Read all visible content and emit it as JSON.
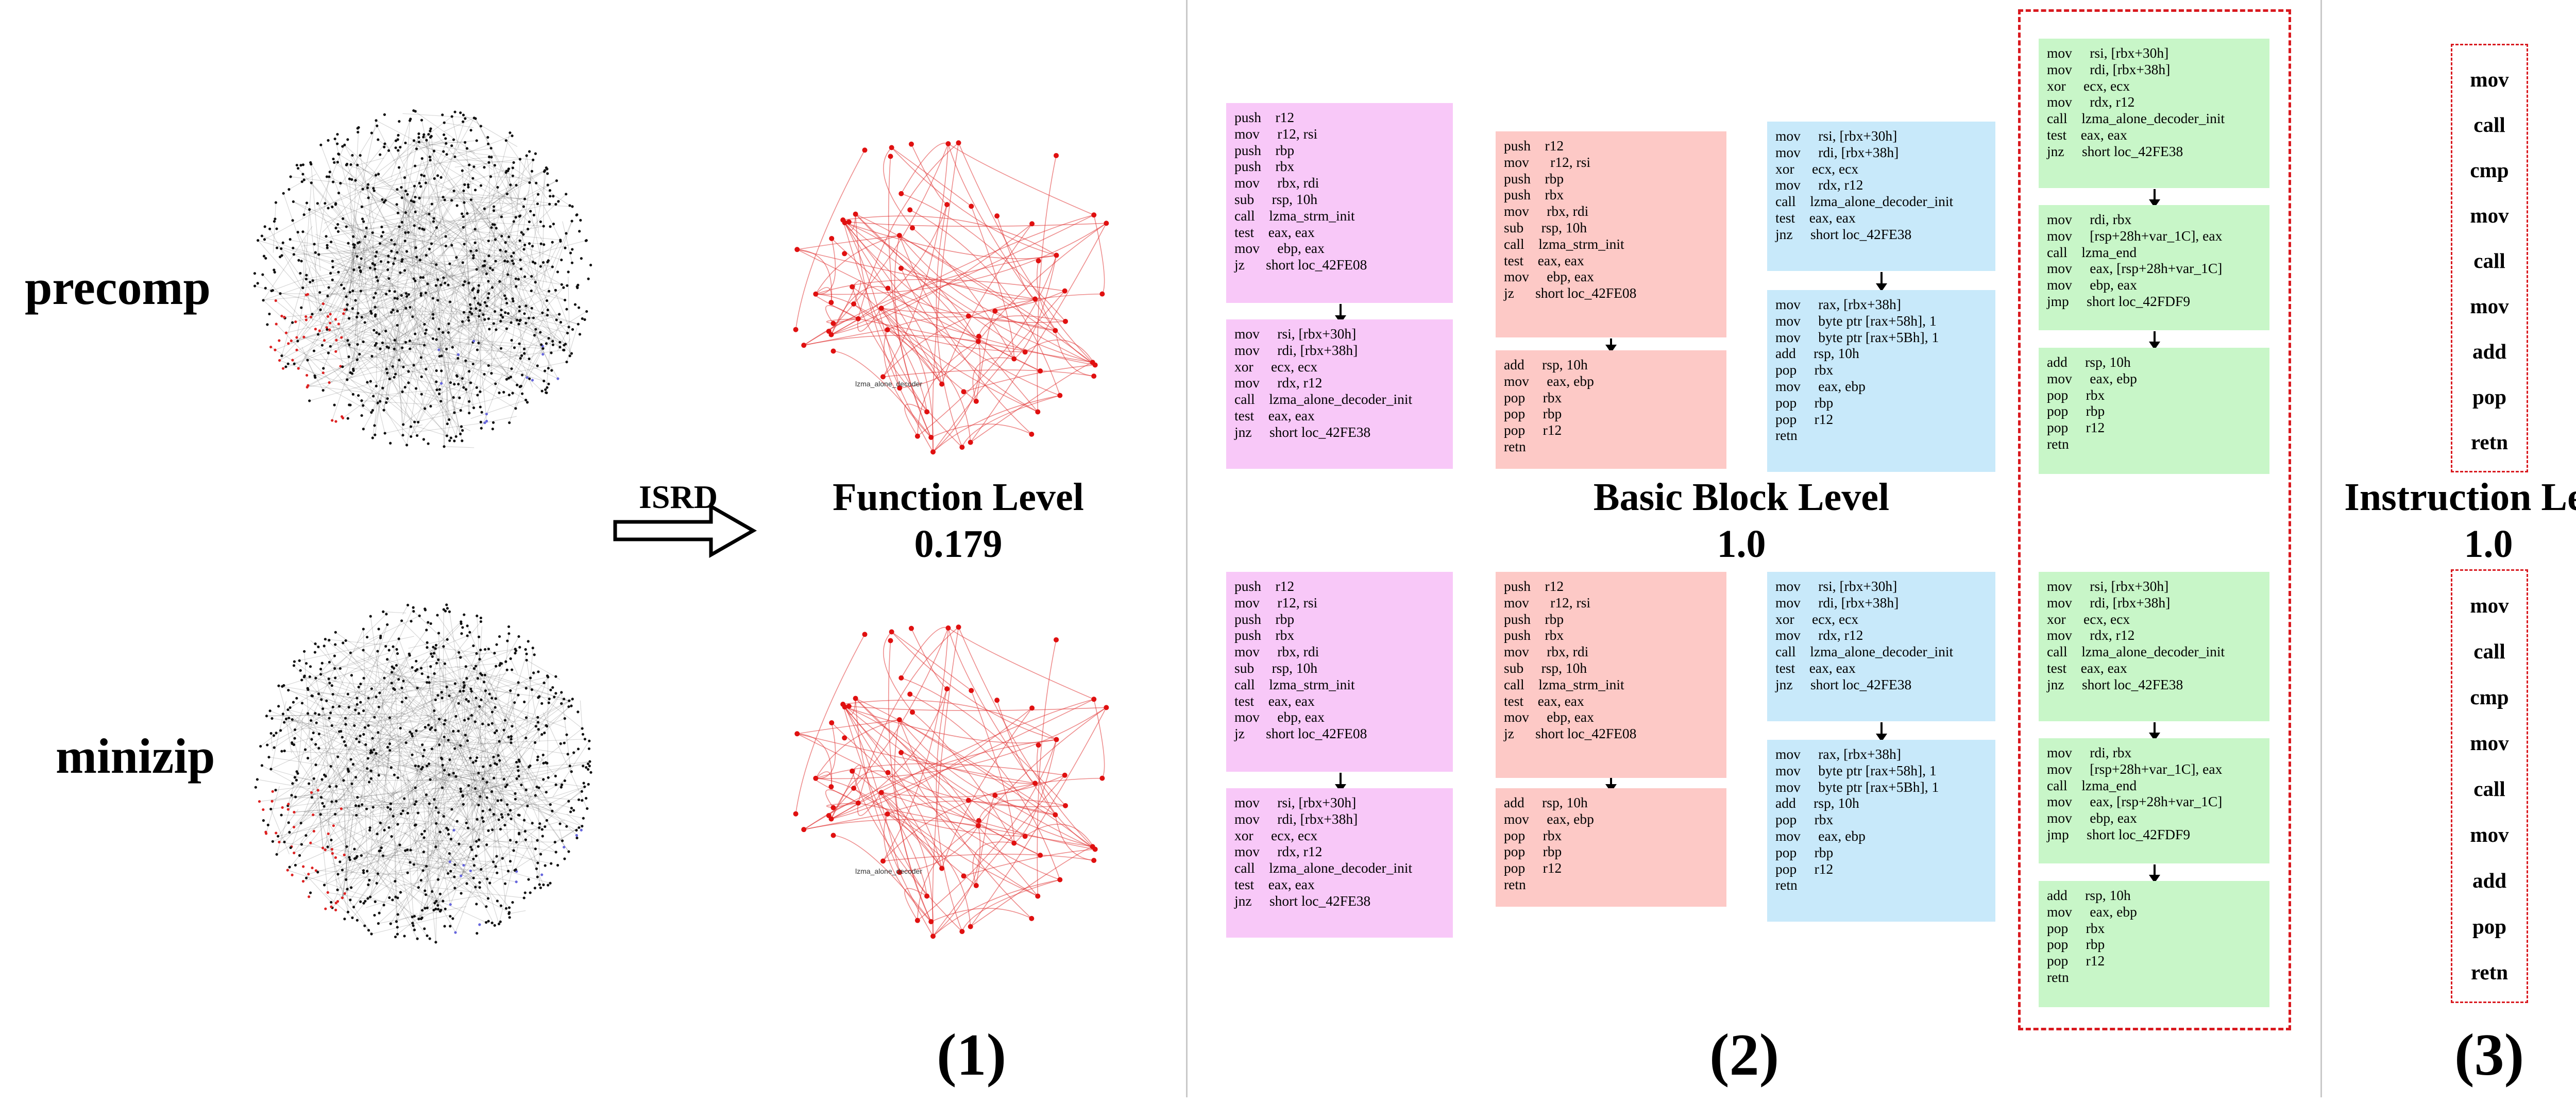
{
  "labels": {
    "precomp": "precomp",
    "minizip": "minizip",
    "isrd": "ISRD",
    "function_level": "Function Level",
    "function_score": "0.179",
    "basic_block_level": "Basic Block Level",
    "basic_block_score": "1.0",
    "instruction_level": "Instruction Level",
    "instruction_score": "1.0",
    "panel1": "(1)",
    "panel2": "(2)",
    "panel3": "(3)",
    "graph_node_label": "lzma_alone_decoder"
  },
  "colors": {
    "pink_block": "#f8c8f8",
    "salmon_block": "#fdc9c6",
    "blue_block": "#c8e9fa",
    "green_block": "#c8f6c8",
    "dashed_highlight": "#d9191f",
    "graph_edge": "#e03030"
  },
  "code_blocks": {
    "pink_top": [
      "push    r12",
      "mov     r12, rsi",
      "push    rbp",
      "push    rbx",
      "mov     rbx, rdi",
      "sub     rsp, 10h",
      "call    lzma_strm_init",
      "test    eax, eax",
      "mov     ebp, eax",
      "jz      short loc_42FE08"
    ],
    "pink_bottom": [
      "mov     rsi, [rbx+30h]",
      "mov     rdi, [rbx+38h]",
      "xor     ecx, ecx",
      "mov     rdx, r12",
      "call    lzma_alone_decoder_init",
      "test    eax, eax",
      "jnz     short loc_42FE38"
    ],
    "salmon_top": [
      "push    r12",
      "mov      r12, rsi",
      "push    rbp",
      "push    rbx",
      "mov     rbx, rdi",
      "sub     rsp, 10h",
      "call    lzma_strm_init",
      "test    eax, eax",
      "mov     ebp, eax",
      "jz      short loc_42FE08"
    ],
    "salmon_bottom": [
      "add     rsp, 10h",
      "mov     eax, ebp",
      "pop     rbx",
      "pop     rbp",
      "pop     r12",
      "retn"
    ],
    "blue_top": [
      "mov     rsi, [rbx+30h]",
      "mov     rdi, [rbx+38h]",
      "xor     ecx, ecx",
      "mov     rdx, r12",
      "call    lzma_alone_decoder_init",
      "test    eax, eax",
      "jnz     short loc_42FE38"
    ],
    "blue_bottom": [
      "mov     rax, [rbx+38h]",
      "mov     byte ptr [rax+58h], 1",
      "mov     byte ptr [rax+5Bh], 1",
      "add     rsp, 10h",
      "pop     rbx",
      "mov     eax, ebp",
      "pop     rbp",
      "pop     r12",
      "retn"
    ],
    "green_1": [
      "mov     rsi, [rbx+30h]",
      "mov     rdi, [rbx+38h]",
      "xor     ecx, ecx",
      "mov     rdx, r12",
      "call    lzma_alone_decoder_init",
      "test    eax, eax",
      "jnz     short loc_42FE38"
    ],
    "green_2": [
      "mov     rdi, rbx",
      "mov     [rsp+28h+var_1C], eax",
      "call    lzma_end",
      "mov     eax, [rsp+28h+var_1C]",
      "mov     ebp, eax",
      "jmp     short loc_42FDF9"
    ],
    "green_3": [
      "add     rsp, 10h",
      "mov     eax, ebp",
      "pop     rbx",
      "pop     rbp",
      "pop     r12",
      "retn"
    ]
  },
  "instructions": [
    "mov",
    "call",
    "cmp",
    "mov",
    "call",
    "mov",
    "add",
    "pop",
    "retn"
  ]
}
